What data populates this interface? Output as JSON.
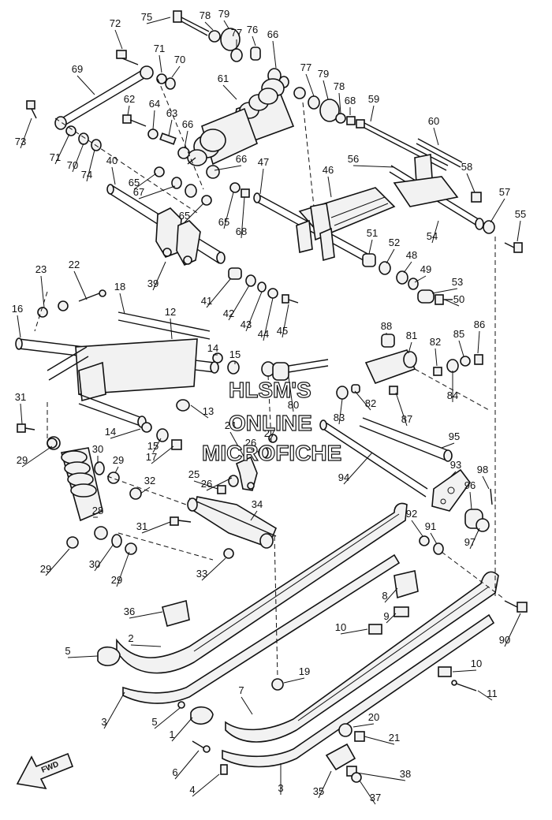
{
  "watermark": {
    "line1": "HLSM'S",
    "line2": "ONLINE",
    "line3": "MICROFICHE"
  },
  "direction_arrow": "FWD",
  "labels": [
    "72",
    "75",
    "78",
    "79",
    "77",
    "76",
    "66",
    "71",
    "70",
    "69",
    "61",
    "77",
    "79",
    "78",
    "68",
    "59",
    "60",
    "62",
    "64",
    "63",
    "66",
    "73",
    "71",
    "70",
    "74",
    "40",
    "65",
    "67",
    "66",
    "47",
    "46",
    "56",
    "58",
    "57",
    "55",
    "65",
    "65",
    "68",
    "54",
    "51",
    "52",
    "48",
    "49",
    "53",
    "50",
    "39",
    "41",
    "42",
    "43",
    "44",
    "45",
    "23",
    "22",
    "18",
    "16",
    "12",
    "14",
    "15",
    "88",
    "81",
    "82",
    "85",
    "86",
    "84",
    "87",
    "83",
    "82",
    "80",
    "13",
    "31",
    "14",
    "15",
    "17",
    "24",
    "26",
    "27",
    "29",
    "30",
    "29",
    "32",
    "25",
    "26",
    "95",
    "94",
    "93",
    "98",
    "96",
    "97",
    "28",
    "31",
    "34",
    "92",
    "91",
    "30",
    "29",
    "29",
    "33",
    "8",
    "9",
    "10",
    "10",
    "11",
    "36",
    "2",
    "5",
    "3",
    "19",
    "7",
    "5",
    "1",
    "20",
    "21",
    "90",
    "6",
    "4",
    "3",
    "35",
    "38",
    "37"
  ]
}
